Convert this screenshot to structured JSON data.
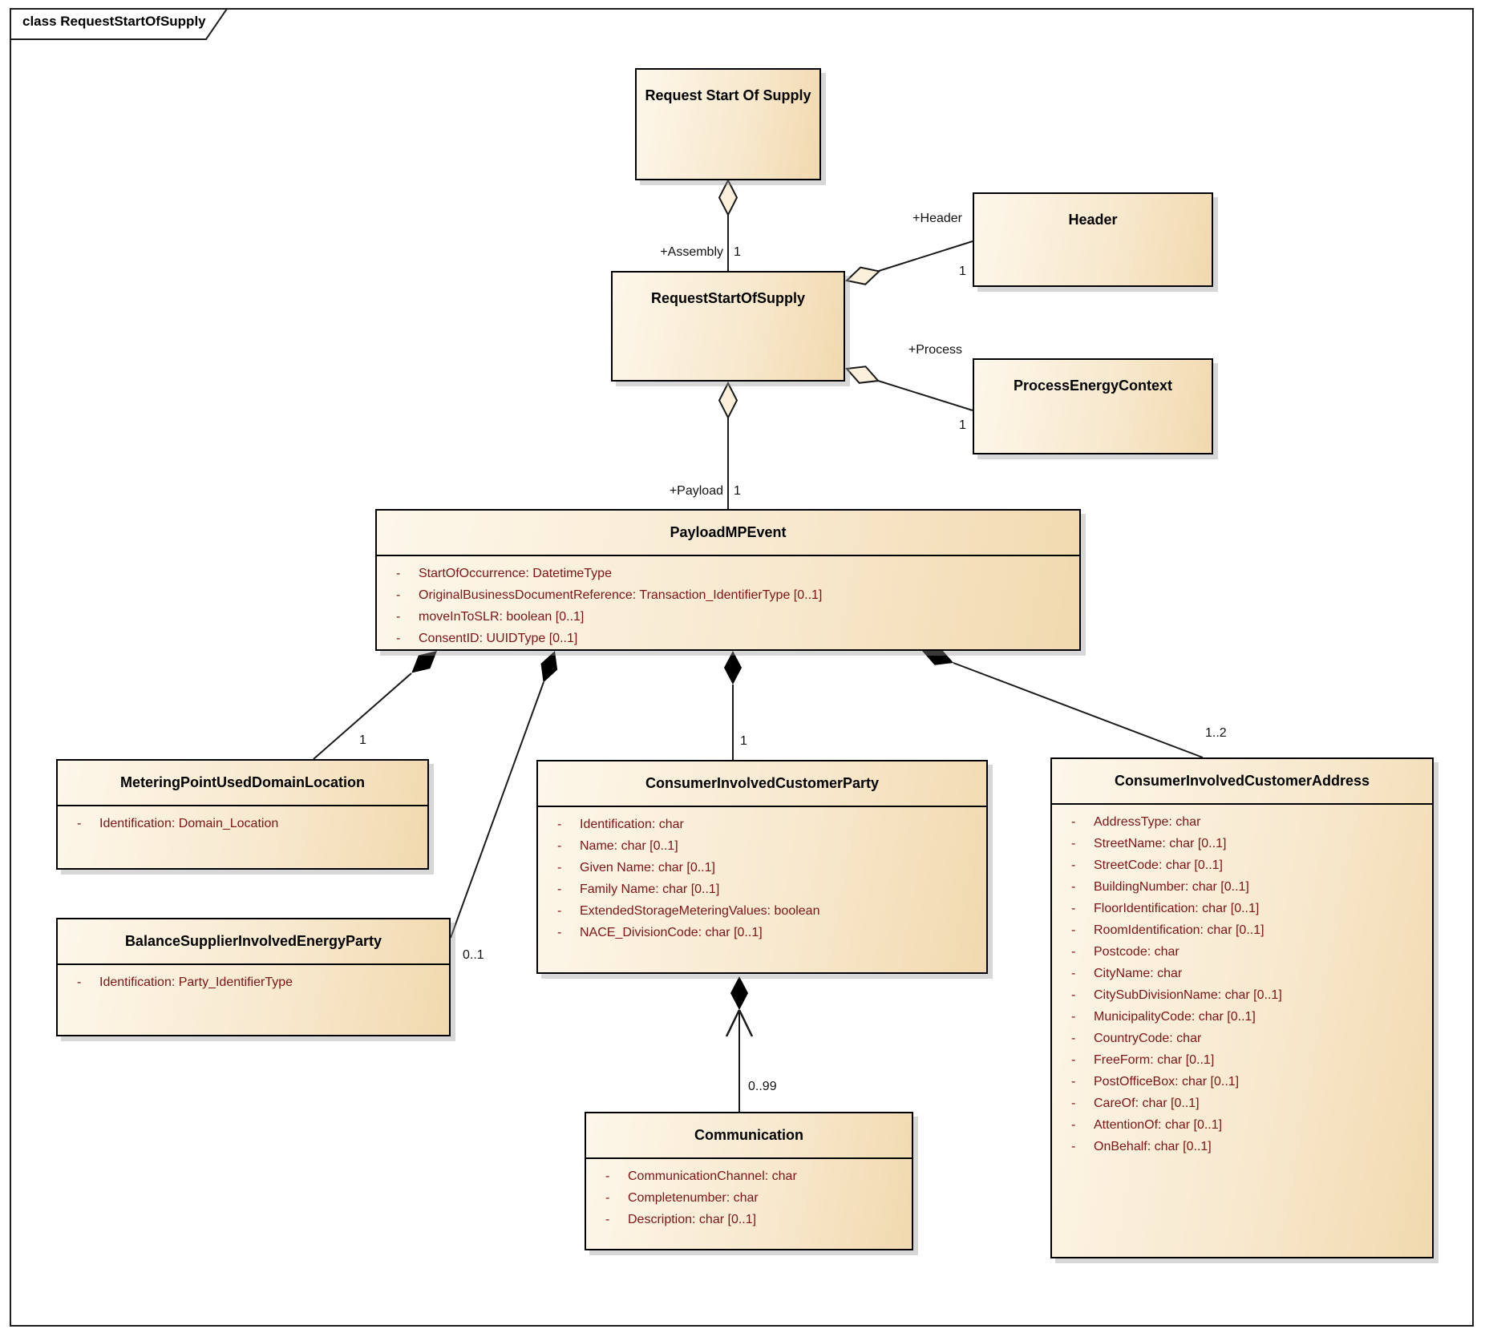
{
  "frame": {
    "title": "class RequestStartOfSupply"
  },
  "classes": {
    "request_start_of_supply": {
      "name": "Request Start Of Supply",
      "attributes": []
    },
    "requeststartofsupply": {
      "name": "RequestStartOfSupply",
      "attributes": []
    },
    "header": {
      "name": "Header",
      "attributes": []
    },
    "process_energy_context": {
      "name": "ProcessEnergyContext",
      "attributes": []
    },
    "payload_mp_event": {
      "name": "PayloadMPEvent",
      "attributes": [
        "StartOfOccurrence: DatetimeType",
        "OriginalBusinessDocumentReference: Transaction_IdentifierType [0..1]",
        "moveInToSLR: boolean [0..1]",
        "ConsentID: UUIDType [0..1]"
      ]
    },
    "metering_point_used_domain_location": {
      "name": "MeteringPointUsedDomainLocation",
      "attributes": [
        "Identification: Domain_Location"
      ]
    },
    "balance_supplier_involved_energy_party": {
      "name": "BalanceSupplierInvolvedEnergyParty",
      "attributes": [
        "Identification: Party_IdentifierType"
      ]
    },
    "consumer_involved_customer_party": {
      "name": "ConsumerInvolvedCustomerParty",
      "attributes": [
        "Identification: char",
        "Name: char [0..1]",
        "Given Name: char [0..1]",
        "Family Name: char [0..1]",
        "ExtendedStorageMeteringValues: boolean",
        "NACE_DivisionCode: char [0..1]"
      ]
    },
    "consumer_involved_customer_address": {
      "name": "ConsumerInvolvedCustomerAddress",
      "attributes": [
        "AddressType: char",
        "StreetName: char [0..1]",
        "StreetCode: char [0..1]",
        "BuildingNumber: char [0..1]",
        "FloorIdentification: char [0..1]",
        "RoomIdentification: char [0..1]",
        "Postcode: char",
        "CityName: char",
        "CitySubDivisionName: char [0..1]",
        "MunicipalityCode: char [0..1]",
        "CountryCode: char",
        "FreeForm: char [0..1]",
        "PostOfficeBox: char [0..1]",
        "CareOf: char [0..1]",
        "AttentionOf: char [0..1]",
        "OnBehalf: char [0..1]"
      ]
    },
    "communication": {
      "name": "Communication",
      "attributes": [
        "CommunicationChannel: char",
        "Completenumber: char",
        "Description: char [0..1]"
      ]
    }
  },
  "labels": {
    "assembly_role": "+Assembly",
    "assembly_mult": "1",
    "payload_role": "+Payload",
    "payload_mult": "1",
    "header_role": "+Header",
    "header_mult": "1",
    "process_role": "+Process",
    "process_mult": "1",
    "metering_mult": "1",
    "balance_mult": "0..1",
    "party_mult": "1",
    "address_mult": "1..2",
    "communication_mult": "0..99"
  },
  "colors": {
    "box_fill_light": "#fdf7ea",
    "box_fill_dark": "#f1d9ae",
    "box_border": "#000000",
    "attribute_text": "#7d1416",
    "line": "#1a1a1a",
    "hollow_diamond_fill": "#faf0dc"
  }
}
